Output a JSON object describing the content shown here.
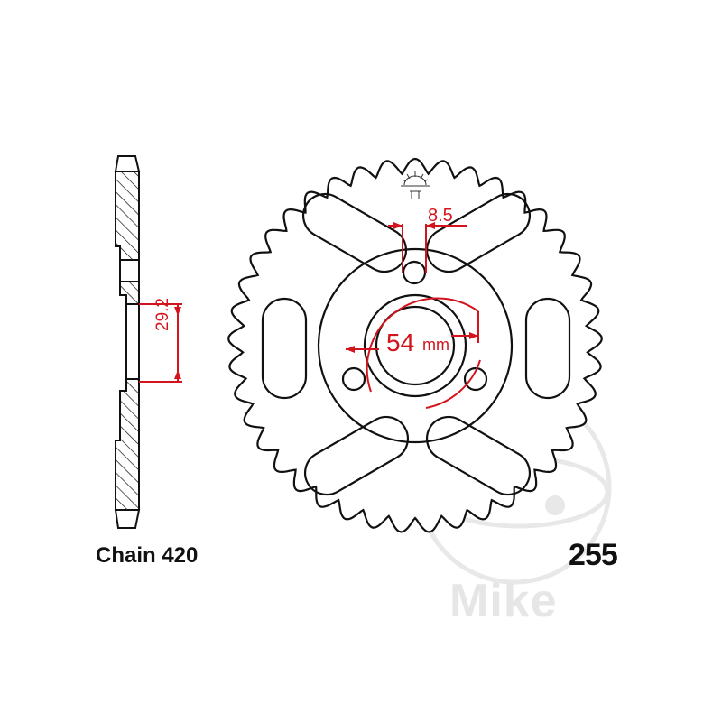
{
  "drawing": {
    "chain_label": "Chain 420",
    "part_number": "255",
    "watermark": "Mike",
    "dimensions": {
      "bolt_hole_diameter": "8.5",
      "pitch_circle": "54",
      "pitch_circle_unit": "mm",
      "side_offset": "29.2"
    },
    "sprocket": {
      "teeth": 41,
      "bolt_holes": 3,
      "lightening_slots": 6
    },
    "colors": {
      "line": "#111111",
      "dimension": "#d4141c",
      "watermark": "#e6e6e6"
    }
  }
}
